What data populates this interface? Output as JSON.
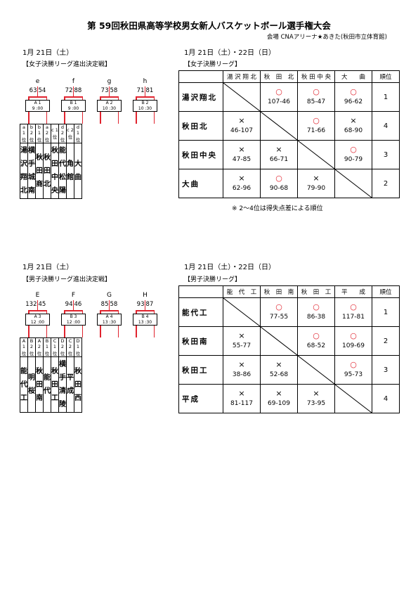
{
  "title": "第 59回秋田県高等学校男女新人バスケットボール選手権大会",
  "venue": "会場 CNAアリーナ★あきた(秋田市立体育館)",
  "girls_pre": {
    "date": "1月 21日（土）",
    "heading": "【女子決勝リーグ進出決定戦】",
    "games": [
      {
        "label": "e",
        "score_a": "63",
        "score_b": "54",
        "code": "A 1",
        "time": "9 :00"
      },
      {
        "label": "f",
        "score_a": "72",
        "score_b": "88",
        "code": "B 1",
        "time": "9 :00"
      },
      {
        "label": "g",
        "score_a": "73",
        "score_b": "58",
        "code": "A 2",
        "time": "10 :30"
      },
      {
        "label": "h",
        "score_a": "71",
        "score_b": "81",
        "code": "B 2",
        "time": "10 :30"
      }
    ],
    "seeds": [
      "a 1位",
      "b 2位",
      "b 1位",
      "a 2位",
      "c 1位",
      "d 2位",
      "c 2位",
      "d 1位"
    ],
    "teams": [
      [
        "湯",
        "沢",
        "翔",
        "北"
      ],
      [
        "横",
        "手",
        "城",
        "南"
      ],
      [
        "秋",
        "田",
        "商"
      ],
      [
        "秋",
        "田",
        "北"
      ],
      [
        "秋",
        "田",
        "中",
        "央"
      ],
      [
        "能",
        "代",
        "松",
        "陽"
      ],
      [
        "角",
        "館"
      ],
      [
        "大",
        "曲"
      ]
    ]
  },
  "girls_league": {
    "date": "1月 21日（土）・22日（日）",
    "heading": "【女子決勝リーグ】",
    "columns": [
      "湯 沢 翔 北",
      "秋　田　北",
      "秋 田 中 央",
      "大　　曲",
      "順位"
    ],
    "rows": [
      {
        "name": "湯沢翔北",
        "cells": [
          null,
          {
            "mark": "○",
            "score": "107-46"
          },
          {
            "mark": "○",
            "score": "85-47"
          },
          {
            "mark": "○",
            "score": "96-62"
          }
        ],
        "rank": "1"
      },
      {
        "name": "秋田北",
        "cells": [
          {
            "mark": "×",
            "score": "46-107"
          },
          null,
          {
            "mark": "○",
            "score": "71-66"
          },
          {
            "mark": "×",
            "score": "68-90"
          }
        ],
        "rank": "4"
      },
      {
        "name": "秋田中央",
        "cells": [
          {
            "mark": "×",
            "score": "47-85"
          },
          {
            "mark": "×",
            "score": "66-71"
          },
          null,
          {
            "mark": "○",
            "score": "90-79"
          }
        ],
        "rank": "3"
      },
      {
        "name": "大曲",
        "cells": [
          {
            "mark": "×",
            "score": "62-96"
          },
          {
            "mark": "○",
            "score": "90-68"
          },
          {
            "mark": "×",
            "score": "79-90"
          },
          null
        ],
        "rank": "2"
      }
    ],
    "note": "※ 2～4位は得失点差による順位"
  },
  "boys_pre": {
    "date": "1月 21日（土）",
    "heading": "【男子決勝リーグ進出決定戦】",
    "games": [
      {
        "label": "E",
        "score_a": "132",
        "score_b": "45",
        "code": "A 3",
        "time": "12 :00"
      },
      {
        "label": "F",
        "score_a": "94",
        "score_b": "46",
        "code": "B 3",
        "time": "12 :00"
      },
      {
        "label": "G",
        "score_a": "85",
        "score_b": "58",
        "code": "A 4",
        "time": "13 :30"
      },
      {
        "label": "H",
        "score_a": "93",
        "score_b": "87",
        "code": "B 4",
        "time": "13 :30"
      }
    ],
    "seeds": [
      "A 1位",
      "B 2位",
      "A 2位",
      "B 1位",
      "C 1位",
      "D 2位",
      "C 2位",
      "D 1位"
    ],
    "teams": [
      [
        "能",
        "代",
        "工"
      ],
      [
        "明",
        "桜"
      ],
      [
        "秋",
        "田",
        "南"
      ],
      [
        "能",
        "代"
      ],
      [
        "秋",
        "田",
        "工"
      ],
      [
        "横",
        "手",
        "清",
        "陵"
      ],
      [
        "平",
        "成"
      ],
      [
        "秋",
        "田",
        "西"
      ]
    ]
  },
  "boys_league": {
    "date": "1月 21日（土）・22日（日）",
    "heading": "【男子決勝リーグ】",
    "columns": [
      "能　代　工",
      "秋　田　南",
      "秋　田　工",
      "平　　成",
      "順位"
    ],
    "rows": [
      {
        "name": "能代工",
        "cells": [
          null,
          {
            "mark": "○",
            "score": "77-55"
          },
          {
            "mark": "○",
            "score": "86-38"
          },
          {
            "mark": "○",
            "score": "117-81"
          }
        ],
        "rank": "1"
      },
      {
        "name": "秋田南",
        "cells": [
          {
            "mark": "×",
            "score": "55-77"
          },
          null,
          {
            "mark": "○",
            "score": "68-52"
          },
          {
            "mark": "○",
            "score": "109-69"
          }
        ],
        "rank": "2"
      },
      {
        "name": "秋田工",
        "cells": [
          {
            "mark": "×",
            "score": "38-86"
          },
          {
            "mark": "×",
            "score": "52-68"
          },
          null,
          {
            "mark": "○",
            "score": "95-73"
          }
        ],
        "rank": "3"
      },
      {
        "name": "平成",
        "cells": [
          {
            "mark": "×",
            "score": "81-117"
          },
          {
            "mark": "×",
            "score": "69-109"
          },
          {
            "mark": "×",
            "score": "73-95"
          },
          null
        ],
        "rank": "4"
      }
    ]
  },
  "colors": {
    "win_mark": "#e0232e",
    "bracket_line": "#e0232e"
  }
}
